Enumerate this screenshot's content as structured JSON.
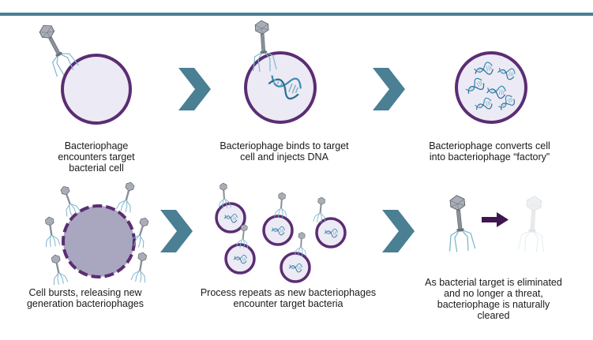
{
  "colors": {
    "top_bar": "#4a7f94",
    "arrow": "#4a7f94",
    "cell_border": "#5b2d73",
    "cell_fill": "#eceaf4",
    "burst_fill": "#a9a6bf",
    "phage_head": "#a9aeb6",
    "phage_tail": "#6a7079",
    "phage_legs": "#7fb5cc",
    "dna": "#3e8cb5",
    "elim_arrow": "#3f1650"
  },
  "steps": [
    {
      "id": "encounter",
      "caption": [
        "Bacteriophage",
        "encounters target",
        "bacterial cell"
      ]
    },
    {
      "id": "inject",
      "caption": [
        "Bacteriophage binds to target",
        "cell and injects DNA"
      ]
    },
    {
      "id": "factory",
      "caption": [
        "Bacteriophage converts cell",
        "into bacteriophage “factory”"
      ]
    },
    {
      "id": "burst",
      "caption": [
        "Cell bursts, releasing new",
        "generation bacteriophages"
      ]
    },
    {
      "id": "repeat",
      "caption": [
        "Process repeats as new bacteriophages",
        "encounter target bacteria"
      ]
    },
    {
      "id": "cleared",
      "caption": [
        "As bacterial target is eliminated",
        "and no longer a threat,",
        "bacteriophage is naturally",
        "cleared"
      ]
    }
  ],
  "icons": {
    "phage": "bacteriophage-icon",
    "dna": "dna-helix-icon",
    "cell": "bacterial-cell-icon",
    "step_arrow": "chevron-right-icon",
    "elim_arrow": "arrow-right-icon"
  }
}
